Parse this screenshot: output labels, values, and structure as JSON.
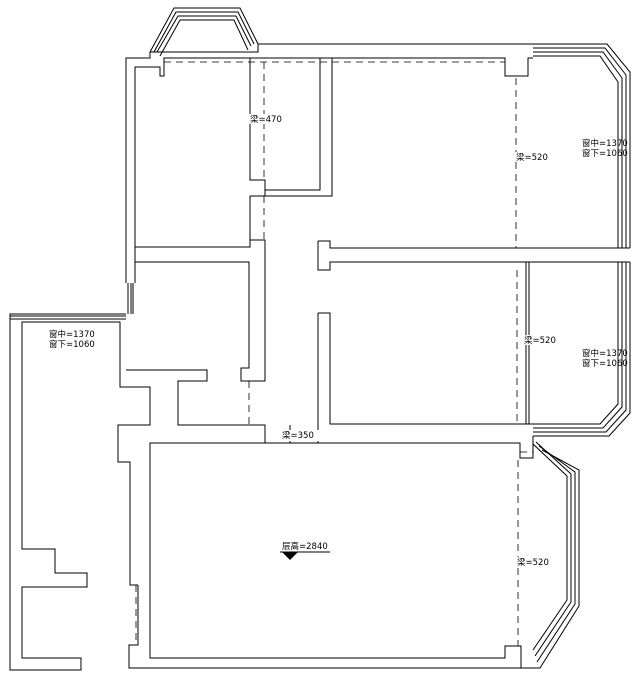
{
  "plan": {
    "beam_labels": {
      "top_left_room": "梁=470",
      "top_right_room": "梁=520",
      "middle_right_room": "梁=520",
      "corridor": "梁=350",
      "living_room": "梁=520"
    },
    "windows": {
      "top_right": {
        "sill_top": "窗中=1370",
        "sill_bottom": "窗下=1060"
      },
      "middle_right": {
        "sill_top": "窗中=1370",
        "sill_bottom": "窗下=1060"
      },
      "left_balcony": {
        "sill_top": "窗中=1370",
        "sill_bottom": "窗下=1060"
      }
    },
    "ceiling_height": "层高=2840"
  }
}
